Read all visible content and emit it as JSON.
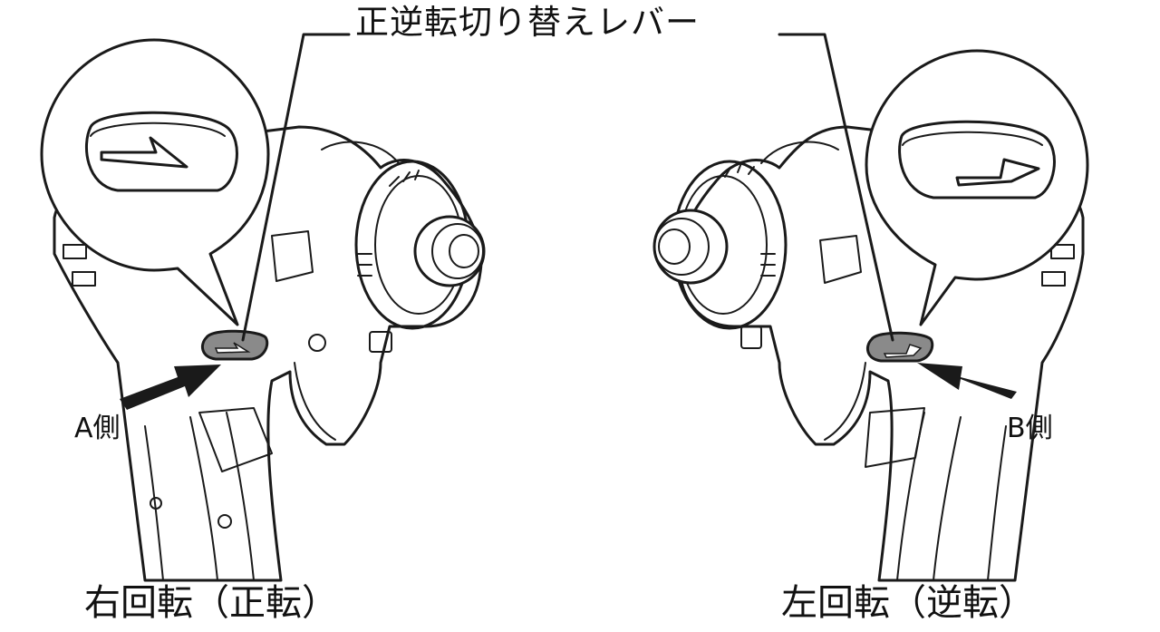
{
  "labels": {
    "lever": "正逆転切り替えレバー",
    "side_a": "A側",
    "side_b": "B側",
    "caption_right": "右回転（正転）",
    "caption_left": "左回転（逆転）"
  },
  "colors": {
    "line": "#1a1a1a",
    "lever_fill": "#8a8a8a",
    "arrow_fill": "#1a1a1a",
    "background": "#ffffff"
  }
}
